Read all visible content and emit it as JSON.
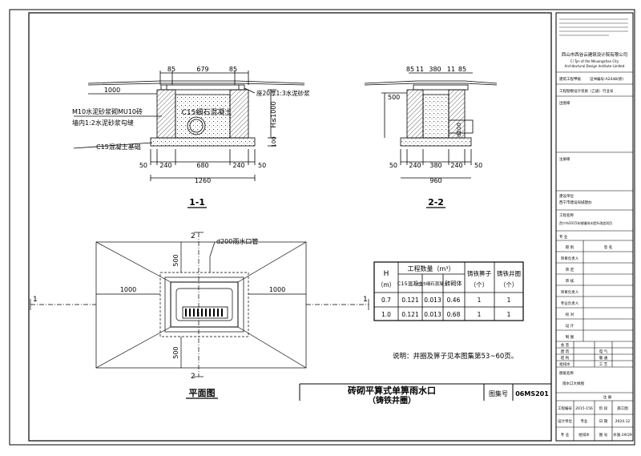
{
  "drawing": {
    "title_line1": "砖砌平算式单箅雨水口",
    "title_line2": "（铸铁井圈）",
    "atlas_label": "图集号",
    "atlas_no": "06MS201",
    "note": "说明：井圈及箅子见本图集第53~60页。"
  },
  "section_1_1": {
    "label": "1-1",
    "top_dims": [
      "85",
      "679",
      "85"
    ],
    "left_width": "1000",
    "bottom_dims": [
      "50",
      "240",
      "680",
      "240",
      "50"
    ],
    "total_width": "1260",
    "height_label": "H≤1000",
    "base_height": "100",
    "fill_label": "C15细石混凝土",
    "mortar_label": "座20厚1:3水泥砂浆",
    "wall_label_1": "M10水泥砂浆砌MU10砖",
    "wall_label_2": "墙内1:2水泥砂浆勾缝",
    "base_label": "C15混凝土基础"
  },
  "section_2_2": {
    "label": "2-2",
    "top_dims": [
      "85",
      "11",
      "380",
      "11",
      "85"
    ],
    "side_height": "500",
    "bottom_dims": [
      "50",
      "240",
      "380",
      "240",
      "50"
    ],
    "total_width": "960",
    "pipe_label": "d200"
  },
  "plan": {
    "title": "平面图",
    "cut_1": "1",
    "cut_2": "2",
    "pipe_label": "d200雨水口管",
    "dim_1000": "1000",
    "dim_500": "500"
  },
  "quantity_table": {
    "col_h": "H",
    "col_h_unit": "（m）",
    "group_header": "工程数量（m³）",
    "col_c15": "C15混凝土",
    "col_c15_fine": "C15细石混凝土",
    "col_brick": "砖砌体",
    "col_grate": "铸铁箅子",
    "col_grate_unit": "（个）",
    "col_ring": "铸铁井圈",
    "col_ring_unit": "（个）",
    "rows": [
      [
        "0.7",
        "0.121",
        "0.013",
        "0.46",
        "1",
        "1"
      ],
      [
        "1.0",
        "0.121",
        "0.013",
        "0.68",
        "1",
        "1"
      ]
    ]
  },
  "title_block": {
    "company": "西山市西谷云建筑设计院有限公司",
    "company_en_1": "Ci Tyn of the Nhuangshan City",
    "company_en_2": "Architectural Design Institute Limited",
    "cert": "建筑工程甲级",
    "cert_no": "证书编号:A2448(修)",
    "design_scope": "工程勘察设计资质（乙级）行业号",
    "seal": "出图章",
    "reg_seal": "注册章",
    "client_label": "建设单位",
    "client": "西宁市建设局城建办",
    "project_label": "工程名称",
    "project": "西宁市2015年城镇排水提升改造项目",
    "stage_label": "专  业",
    "sign_rows": [
      "项目负责人",
      "审  定",
      "审  核",
      "项目负责人",
      "专业负责人",
      "校  对",
      "设  计",
      "制  图"
    ],
    "sign_header": [
      "职  别",
      "签  名"
    ],
    "coop_label": "会  签",
    "coop_rows": [
      [
        "建  筑",
        "电  气"
      ],
      [
        "结  构",
        "暖  通"
      ],
      [
        "给排水",
        "工  艺"
      ]
    ],
    "drawing_name_label": "图纸名称",
    "drawing_name": "雨水口大样图",
    "footer_rows": [
      [
        "工程编号",
        "2015-156",
        "阶  段",
        "施工图"
      ],
      [
        "设计单位",
        "专业",
        "日  期",
        "2024.12"
      ],
      [
        "专  业",
        "给排水",
        "图  号",
        "水施-29/29"
      ]
    ],
    "stamp_label": "注  册"
  }
}
